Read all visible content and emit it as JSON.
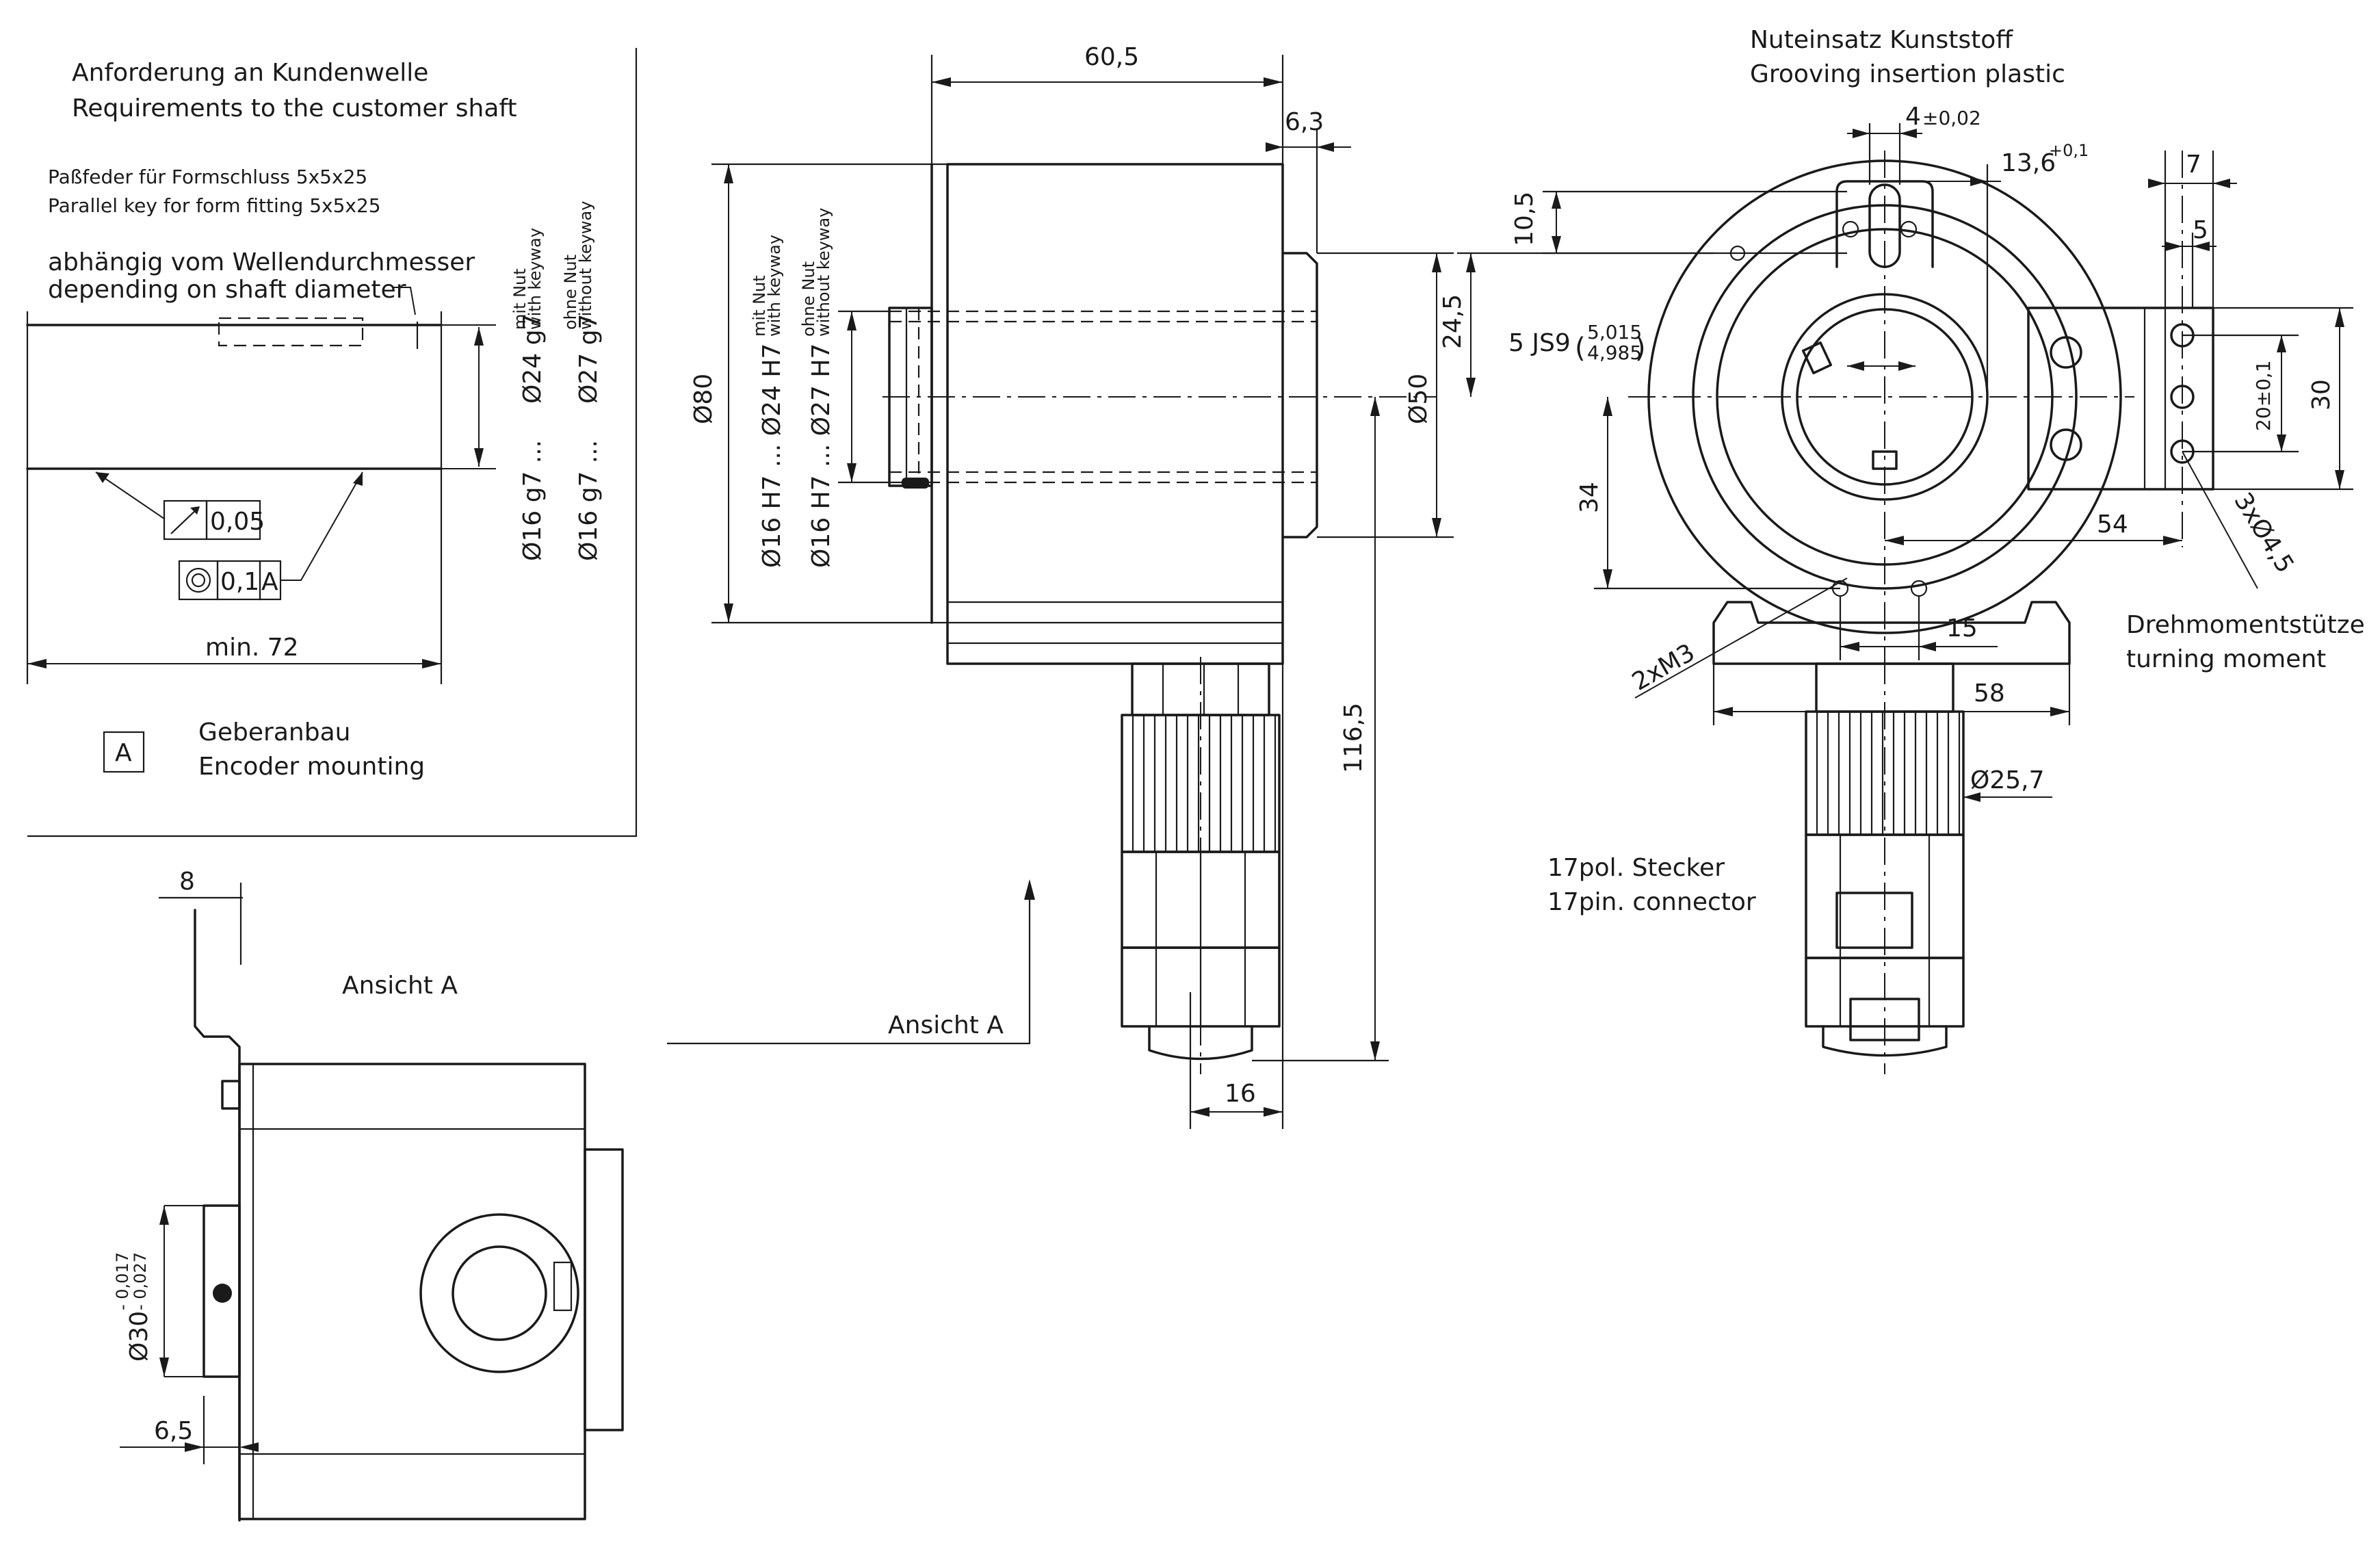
{
  "notes": {
    "shaft_req_de": "Anforderung an Kundenwelle",
    "shaft_req_en": "Requirements to the customer shaft",
    "key_de": "Paßfeder für Formschluss 5x5x25",
    "key_en": "Parallel key for form fitting 5x5x25",
    "diam_dep_de": "abhängig vom Wellendurchmesser",
    "diam_dep_en": "depending on shaft diameter",
    "mounting_letter": "A",
    "mounting_de": "Geberanbau",
    "mounting_en": "Encoder mounting",
    "view_a_title": "Ansicht A",
    "view_a_arrow": "Ansicht A",
    "groove_de": "Nuteinsatz Kunststoff",
    "groove_en": "Grooving insertion plastic",
    "connector_de": "17pol. Stecker",
    "connector_en": "17pin. connector",
    "torque_de": "Drehmomentstütze",
    "torque_en": "turning moment"
  },
  "shaft_dims": {
    "g7_24": "Ø24 g7",
    "g7_27": "Ø27 g7",
    "g7_16a": "Ø16 g7 ...",
    "g7_16b": "Ø16 g7 ...",
    "with_nut": "mit Nut",
    "with_keyway": "with keyway",
    "without_nut": "ohne Nut",
    "without_keyway": "without keyway",
    "runout": "0,05",
    "concentricity": "0,1",
    "datum": "A",
    "min_len": "min. 72"
  },
  "side_dims": {
    "length": "60,5",
    "flange": "6,3",
    "d80": "Ø80",
    "h7_24": "Ø16 H7 ... Ø24 H7",
    "h7_27": "Ø16 H7 ... Ø27 H7",
    "with_nut": "mit Nut",
    "with_keyway": "with keyway",
    "without_nut": "ohne Nut",
    "without_keyway": "without keyway",
    "d50": "Ø50",
    "h1165": "116,5",
    "w16": "16"
  },
  "view_a_dims": {
    "d8": "8",
    "d30": "Ø30",
    "tol_upper": "- 0,017",
    "tol_lower": "- 0,027",
    "d65": "6,5"
  },
  "front_dims": {
    "slot": "4",
    "slot_tol": "±0,02",
    "d136": "13,6",
    "d136_tol": "+0,1",
    "d105": "10,5",
    "d245": "24,5",
    "js9": "5 JS9",
    "js9_up": "5,015",
    "js9_lo": "4,985",
    "d34": "34",
    "d7": "7",
    "d5": "5",
    "d20": "20±0,1",
    "d30": "30",
    "d54": "54",
    "holes": "3xØ4,5",
    "m3": "2xM3",
    "d15": "15",
    "d58": "58",
    "d257": "Ø25,7"
  }
}
